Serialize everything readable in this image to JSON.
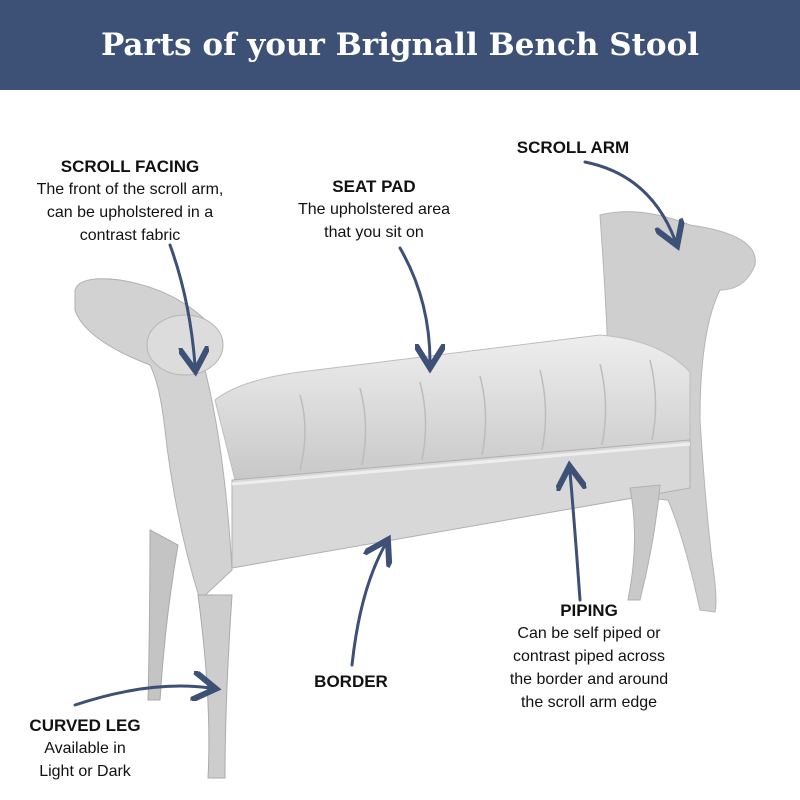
{
  "title": "Parts of your Brignall Bench Stool",
  "colors": {
    "header_bg": "#3d5075",
    "arrow": "#3d5075",
    "bench": "#d6d6d6"
  },
  "labels": {
    "scroll_facing": {
      "title": "SCROLL FACING",
      "lines": [
        "The front of the scroll arm,",
        "can be upholstered in a",
        "contrast fabric"
      ]
    },
    "seat_pad": {
      "title": "SEAT PAD",
      "lines": [
        "The upholstered area",
        "that you sit on"
      ]
    },
    "scroll_arm": {
      "title": "SCROLL ARM"
    },
    "piping": {
      "title": "PIPING",
      "lines": [
        "Can be self piped or",
        "contrast piped across",
        "the border and around",
        "the scroll arm edge"
      ]
    },
    "border": {
      "title": "BORDER"
    },
    "curved_leg": {
      "title": "CURVED LEG",
      "lines": [
        "Available in",
        "Light or Dark"
      ]
    }
  }
}
